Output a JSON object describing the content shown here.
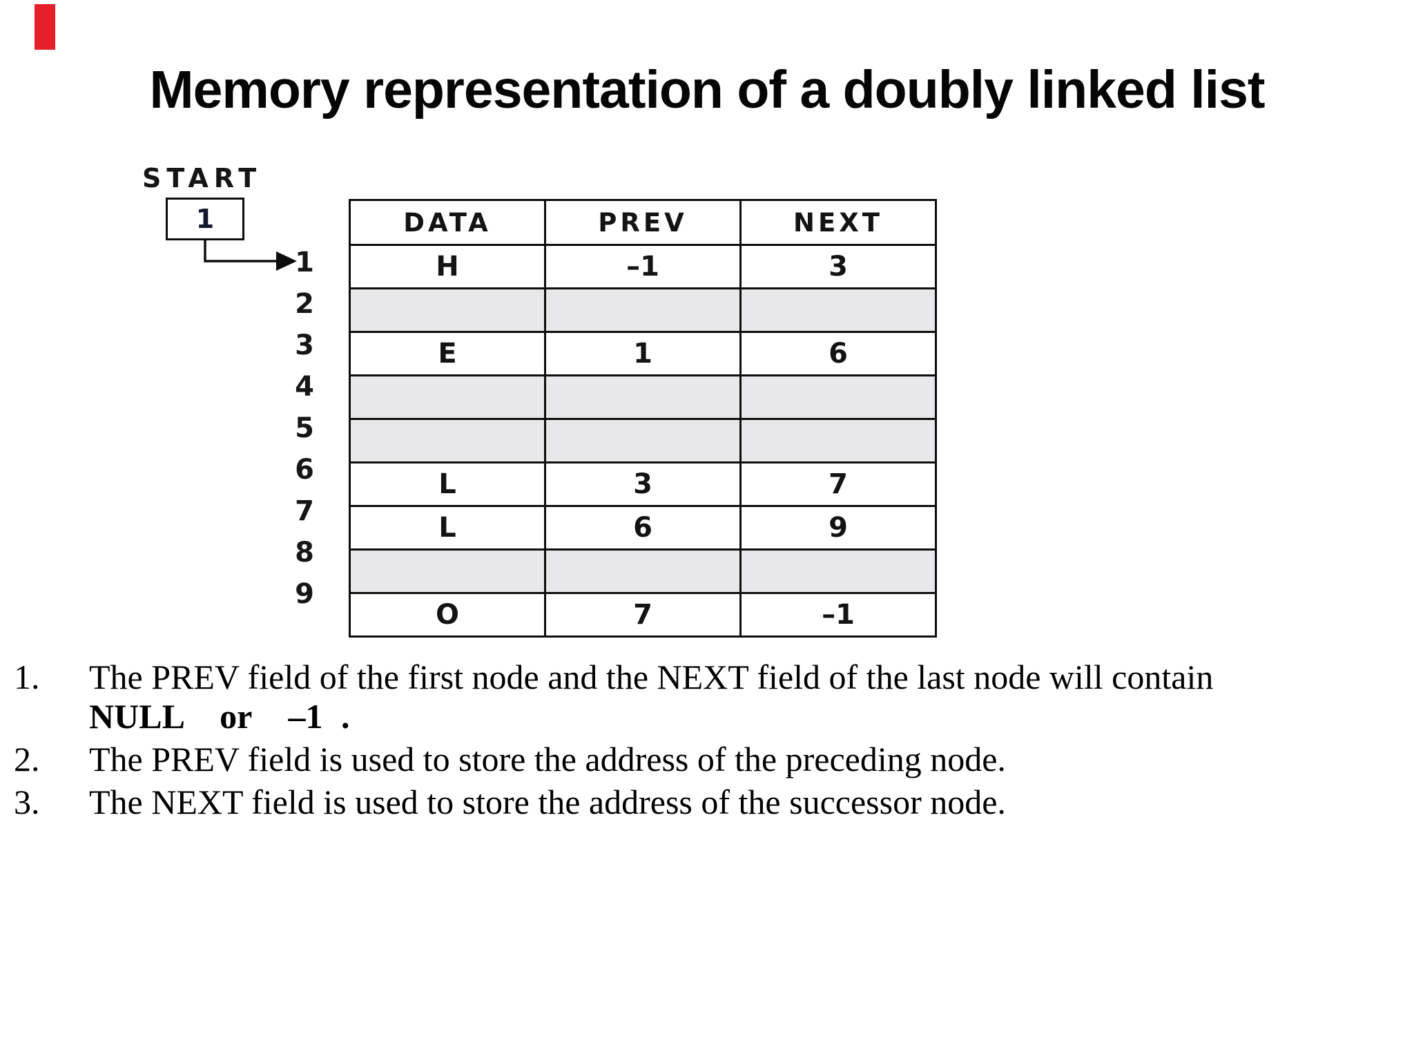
{
  "slide": {
    "title": "Memory representation of a doubly linked list",
    "accent_color": "#e5202a",
    "background_color": "#ffffff"
  },
  "diagram": {
    "start_label": "START",
    "start_pointer_value": "1",
    "arrow_icon": "elbow-right-arrow",
    "table": {
      "headers": [
        "DATA",
        "PREV",
        "NEXT"
      ],
      "empty_row_color": "#e8e8eb",
      "rows": [
        {
          "address": "1",
          "data": "H",
          "prev": "–1",
          "next": "3",
          "empty": false
        },
        {
          "address": "2",
          "data": "",
          "prev": "",
          "next": "",
          "empty": true
        },
        {
          "address": "3",
          "data": "E",
          "prev": "1",
          "next": "6",
          "empty": false
        },
        {
          "address": "4",
          "data": "",
          "prev": "",
          "next": "",
          "empty": true
        },
        {
          "address": "5",
          "data": "",
          "prev": "",
          "next": "",
          "empty": true
        },
        {
          "address": "6",
          "data": "L",
          "prev": "3",
          "next": "7",
          "empty": false
        },
        {
          "address": "7",
          "data": "L",
          "prev": "6",
          "next": "9",
          "empty": false
        },
        {
          "address": "8",
          "data": "",
          "prev": "",
          "next": "",
          "empty": true
        },
        {
          "address": "9",
          "data": "O",
          "prev": "7",
          "next": "–1",
          "empty": false
        }
      ]
    }
  },
  "notes": {
    "items": [
      {
        "number": "1.",
        "text": "The PREV field of the first node and the NEXT field of the last node will contain",
        "bold_text": "NULL  or  –1 ."
      },
      {
        "number": "2.",
        "text": "The PREV field is used to store the address of the preceding node.",
        "bold_text": ""
      },
      {
        "number": "3.",
        "text": "The NEXT field is used to store the address of the successor node.",
        "bold_text": ""
      }
    ]
  }
}
